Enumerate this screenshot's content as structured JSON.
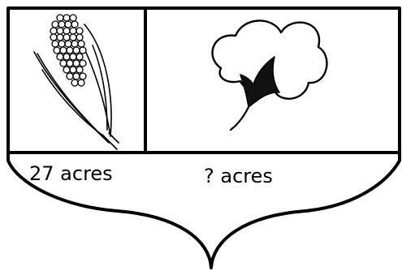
{
  "diagram": {
    "sections": [
      {
        "name": "corn",
        "icon": "corn-icon",
        "label": "27 acres"
      },
      {
        "name": "cotton",
        "icon": "cotton-icon",
        "label": "? acres"
      }
    ],
    "colors": {
      "stroke": "#000000",
      "fill": "#ffffff",
      "leaf": "#111111"
    }
  }
}
